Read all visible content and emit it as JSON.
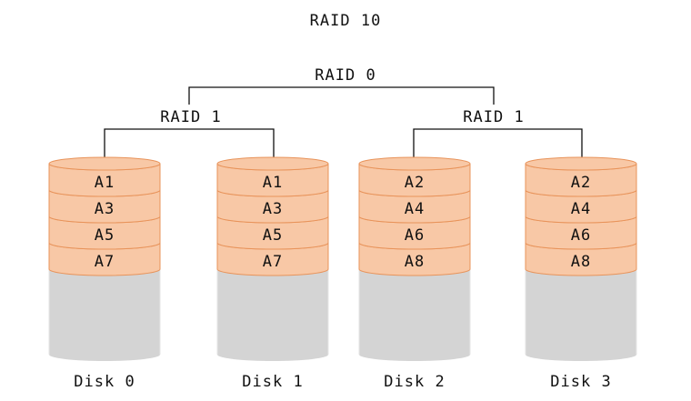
{
  "title": "RAID 10",
  "stripe_label": "RAID 0",
  "mirror_groups": [
    {
      "label": "RAID 1"
    },
    {
      "label": "RAID 1"
    }
  ],
  "disks": [
    {
      "label": "Disk 0",
      "blocks": [
        "A1",
        "A3",
        "A5",
        "A7"
      ]
    },
    {
      "label": "Disk 1",
      "blocks": [
        "A1",
        "A3",
        "A5",
        "A7"
      ]
    },
    {
      "label": "Disk 2",
      "blocks": [
        "A2",
        "A4",
        "A6",
        "A8"
      ]
    },
    {
      "label": "Disk 3",
      "blocks": [
        "A2",
        "A4",
        "A6",
        "A8"
      ]
    }
  ],
  "colors": {
    "block_fill": "#f8c8a6",
    "block_stroke": "#e8935a",
    "empty_fill": "#d4d4d4",
    "empty_stroke": "#e6e6e6",
    "line": "#111111"
  }
}
